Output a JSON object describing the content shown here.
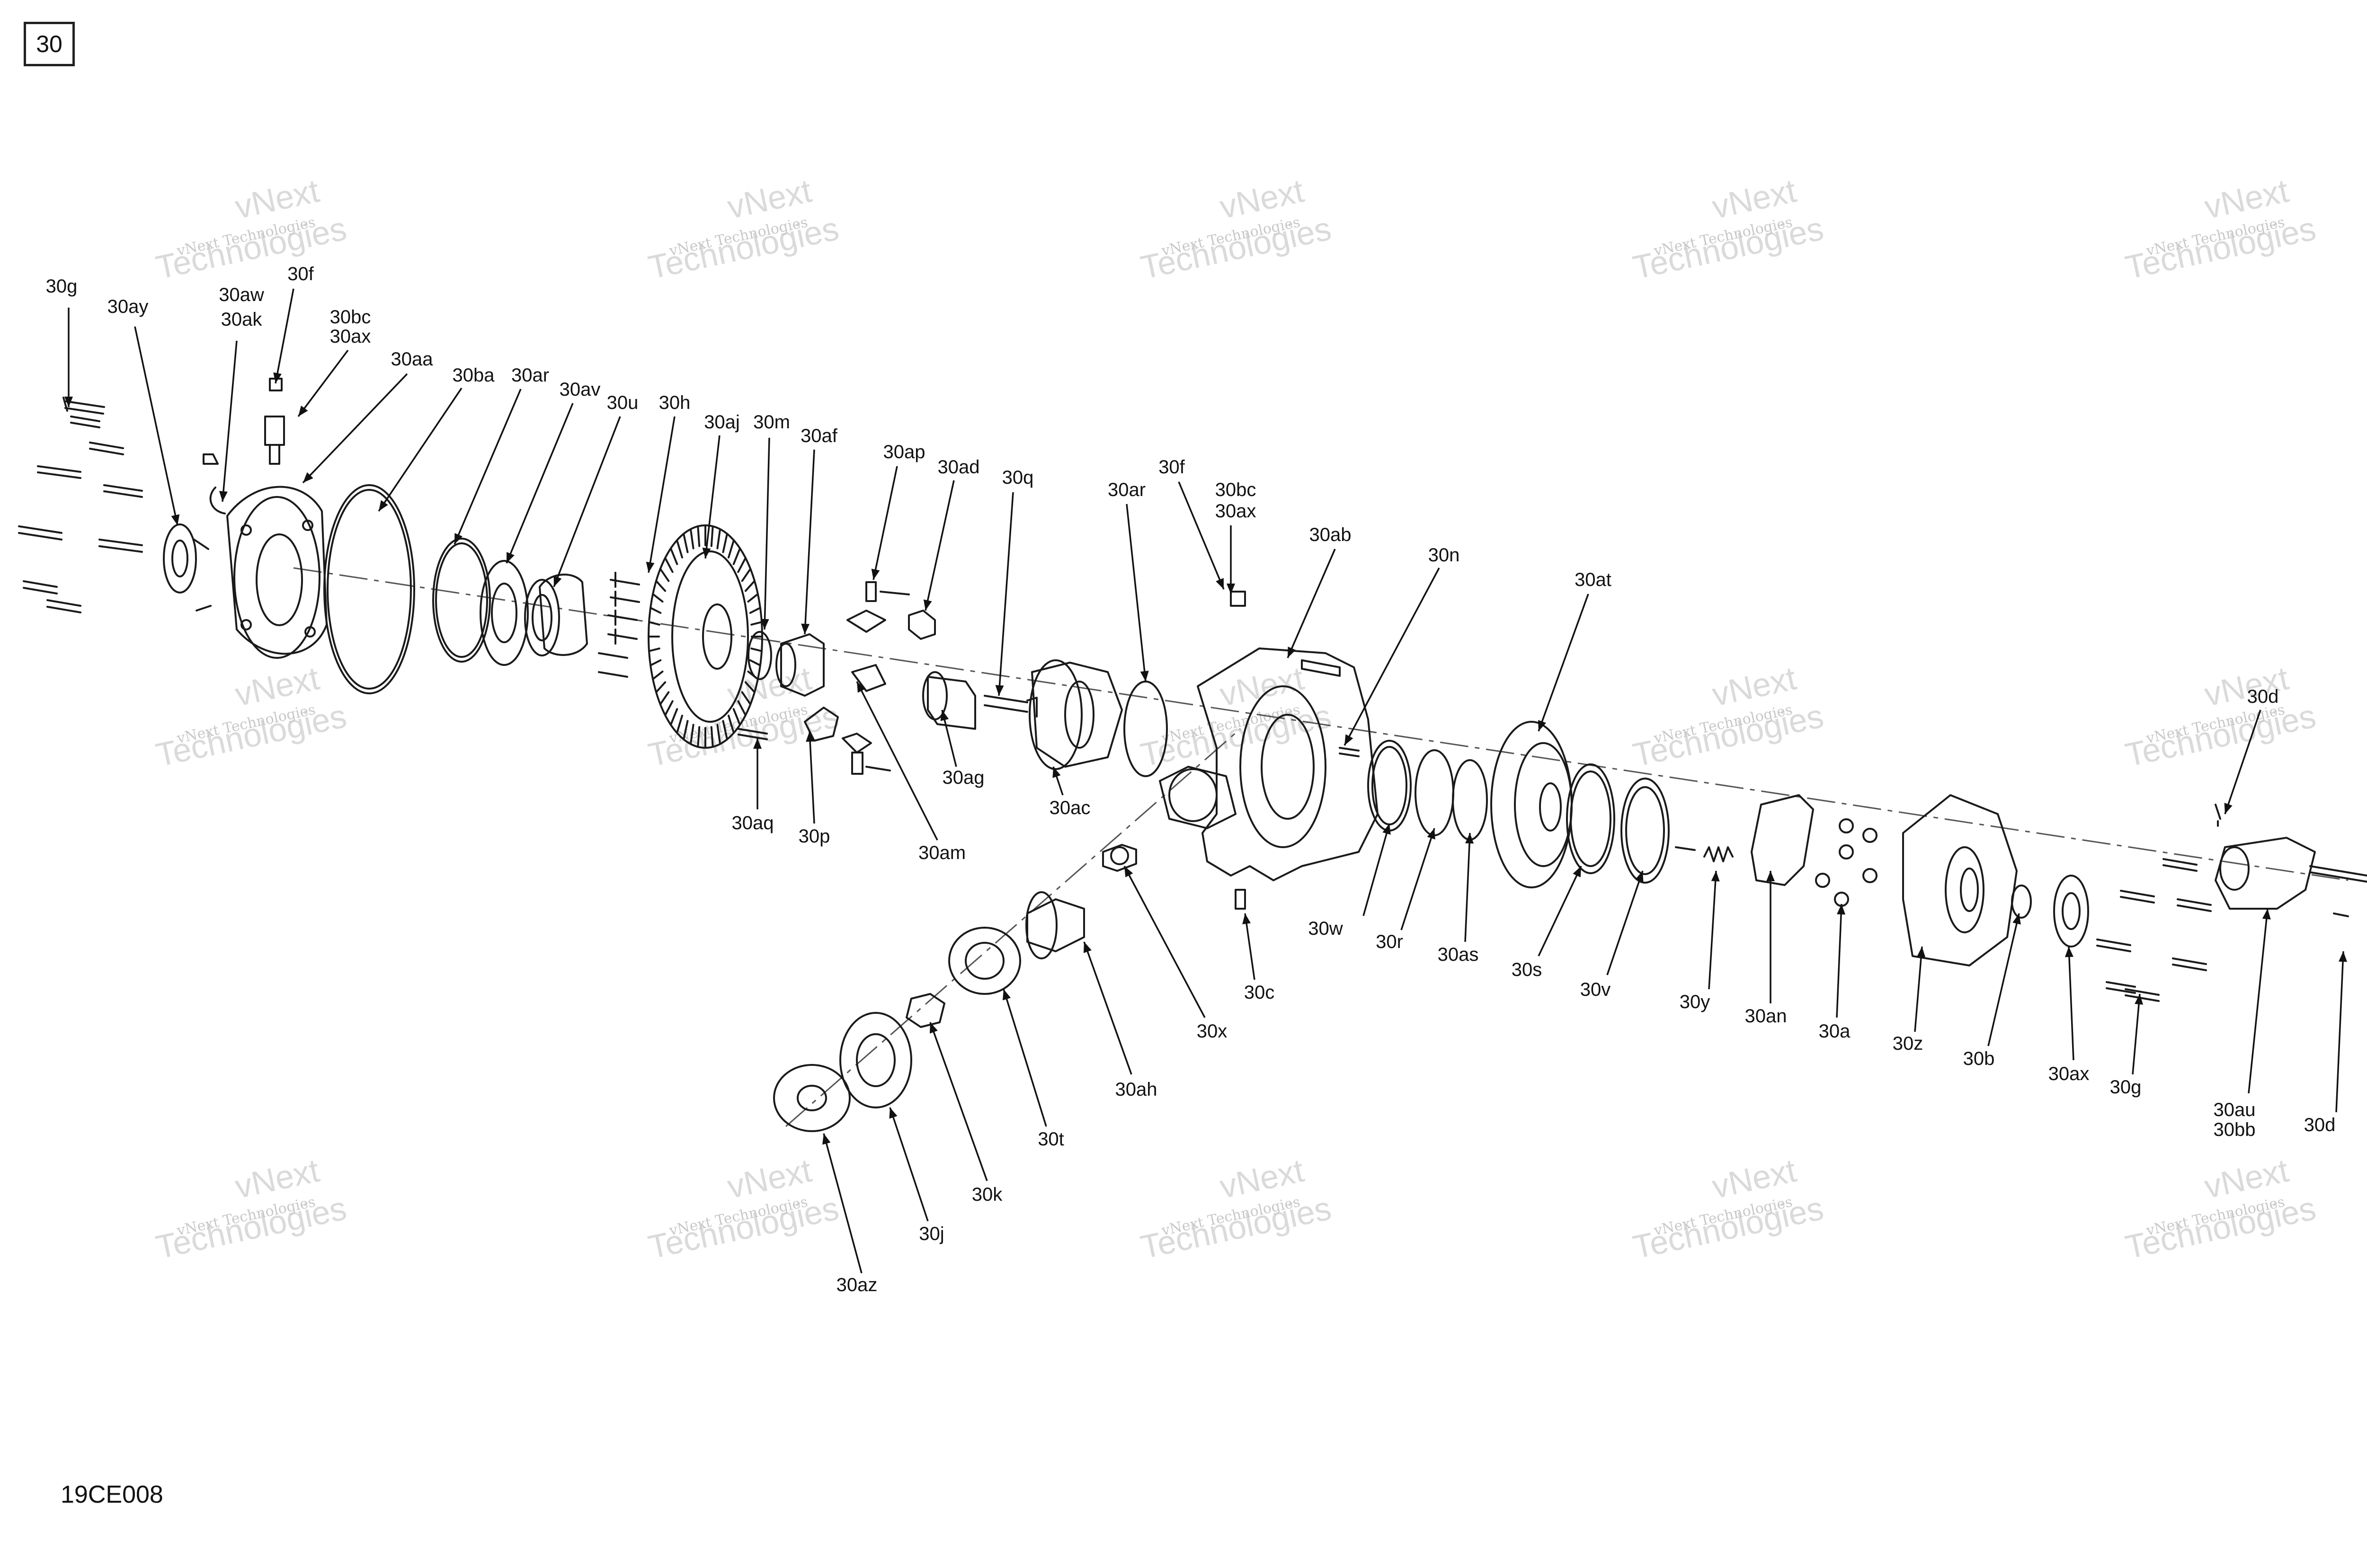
{
  "page_number": "30",
  "drawing_id": "19CE008",
  "watermark": {
    "line1": "vNext Technologies",
    "line2": "vNext",
    "line3": "Technologies"
  },
  "callouts": [
    "30g",
    "30ay",
    "30aw",
    "30ak",
    "30f",
    "30bc",
    "30ax",
    "30aa",
    "30ba",
    "30ar",
    "30av",
    "30u",
    "30h",
    "30aj",
    "30m",
    "30af",
    "30ap",
    "30ad",
    "30q",
    "30ar",
    "30f",
    "30bc",
    "30ax",
    "30ab",
    "30n",
    "30at",
    "30d",
    "30aq",
    "30p",
    "30am",
    "30ag",
    "30ac",
    "30w",
    "30r",
    "30as",
    "30s",
    "30v",
    "30y",
    "30an",
    "30a",
    "30z",
    "30b",
    "30ax",
    "30g",
    "30au",
    "30bb",
    "30d",
    "30c",
    "30x",
    "30ah",
    "30t",
    "30k",
    "30j",
    "30az"
  ]
}
